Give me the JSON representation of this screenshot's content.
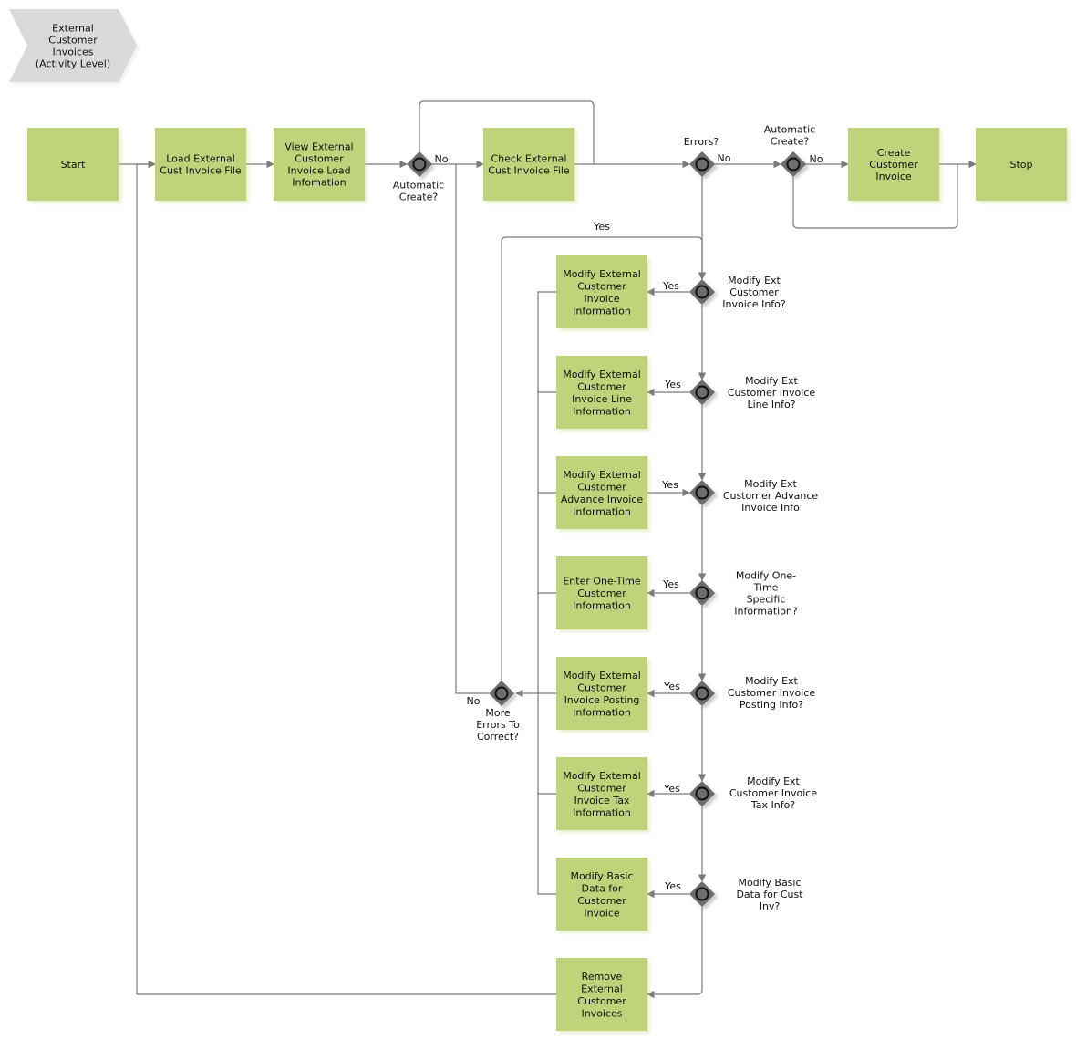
{
  "header": {
    "lines": [
      "External",
      "Customer",
      "Invoices",
      "(Activity Level)"
    ]
  },
  "activities": {
    "start": [
      "Start"
    ],
    "load": [
      "Load External",
      "Cust Invoice File"
    ],
    "view": [
      "View External",
      "Customer",
      "Invoice Load",
      "Infomation"
    ],
    "check": [
      "Check External",
      "Cust Invoice File"
    ],
    "create": [
      "Create",
      "Customer",
      "Invoice"
    ],
    "stop": [
      "Stop"
    ],
    "mod_info": [
      "Modify External",
      "Customer",
      "Invoice",
      "Information"
    ],
    "mod_line": [
      "Modify External",
      "Customer",
      "Invoice Line",
      "Information"
    ],
    "mod_adv": [
      "Modify External",
      "Customer",
      "Advance Invoice",
      "Information"
    ],
    "one_time": [
      "Enter One-Time",
      "Customer",
      "Information"
    ],
    "mod_post": [
      "Modify External",
      "Customer",
      "Invoice Posting",
      "Information"
    ],
    "mod_tax": [
      "Modify External",
      "Customer",
      "Invoice Tax",
      "Information"
    ],
    "mod_basic": [
      "Modify Basic",
      "Data for",
      "Customer",
      "Invoice"
    ],
    "remove": [
      "Remove",
      "External",
      "Customer",
      "Invoices"
    ]
  },
  "gateways": {
    "auto1": [
      "Automatic",
      "Create?"
    ],
    "errors": [
      "Errors?"
    ],
    "auto2": [
      "Automatic",
      "Create?"
    ],
    "q_info": [
      "Modify Ext",
      "Customer",
      "Invoice Info?"
    ],
    "q_line": [
      "Modify Ext",
      "Customer Invoice",
      "Line Info?"
    ],
    "q_adv": [
      "Modify Ext",
      "Customer Advance",
      "Invoice Info"
    ],
    "q_one": [
      "Modify One-",
      "Time",
      "Specific",
      "Information?"
    ],
    "q_post": [
      "Modify Ext",
      "Customer Invoice",
      "Posting Info?"
    ],
    "q_tax": [
      "Modify Ext",
      "Customer Invoice",
      "Tax Info?"
    ],
    "q_basic": [
      "Modify Basic",
      "Data for Cust",
      "Inv?"
    ],
    "more": [
      "More",
      "Errors To",
      "Correct?"
    ]
  },
  "edge_labels": {
    "auto1_no": "No",
    "errors_no": "No",
    "auto2_no": "No",
    "more_yes": "Yes",
    "more_no": "No",
    "info_yes": "Yes",
    "line_yes": "Yes",
    "adv_yes": "Yes",
    "one_yes": "Yes",
    "post_yes": "Yes",
    "tax_yes": "Yes",
    "basic_yes": "Yes"
  },
  "colors": {
    "activity_fill": "#bfd47a",
    "header_fill": "#d9dadb",
    "gateway_fill": "#6d6d6d",
    "edge": "#7a7a7a"
  }
}
